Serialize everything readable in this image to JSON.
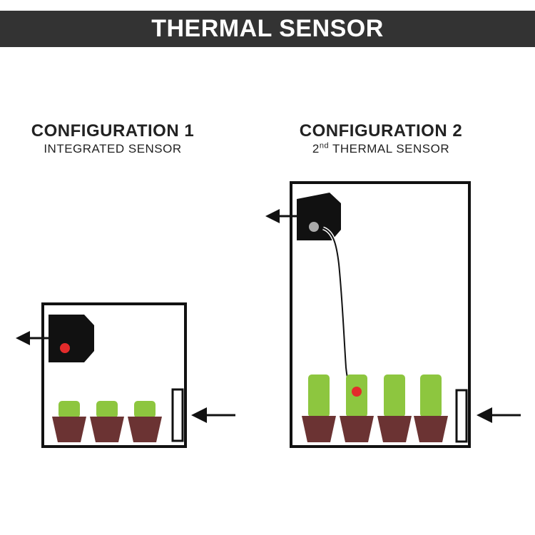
{
  "header": {
    "title": "THERMAL SENSOR"
  },
  "configurations": [
    {
      "title": "CONFIGURATION 1",
      "subtitle": "INTEGRATED SENSOR"
    },
    {
      "title": "CONFIGURATION 2",
      "subtitle_sup": "nd",
      "subtitle_num": "2",
      "subtitle_rest": " THERMAL SENSOR"
    }
  ],
  "colors": {
    "banner": "#333333",
    "plant": "#8dc63f",
    "pot": "#6b3333",
    "sensor_integrated": "#e32b2b",
    "sensor_external": "#e32b2b",
    "sensor_port": "#aaaaaa",
    "outline": "#111111"
  }
}
